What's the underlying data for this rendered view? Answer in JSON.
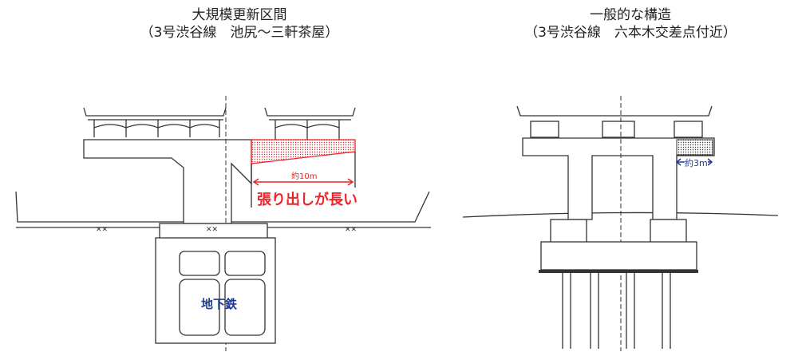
{
  "left": {
    "title": "大規模更新区間",
    "subtitle": "（3号渋谷線　池尻～三軒茶屋）",
    "dimension_label": "約10m",
    "callout": "張り出しが長い",
    "subway_label": "地下鉄"
  },
  "right": {
    "title": "一般的な構造",
    "subtitle": "（3号渋谷線　六本木交差点付近）",
    "dimension_label": "約3m"
  },
  "colors": {
    "highlight_red": "#e8262b",
    "label_blue": "#1f3a93"
  }
}
